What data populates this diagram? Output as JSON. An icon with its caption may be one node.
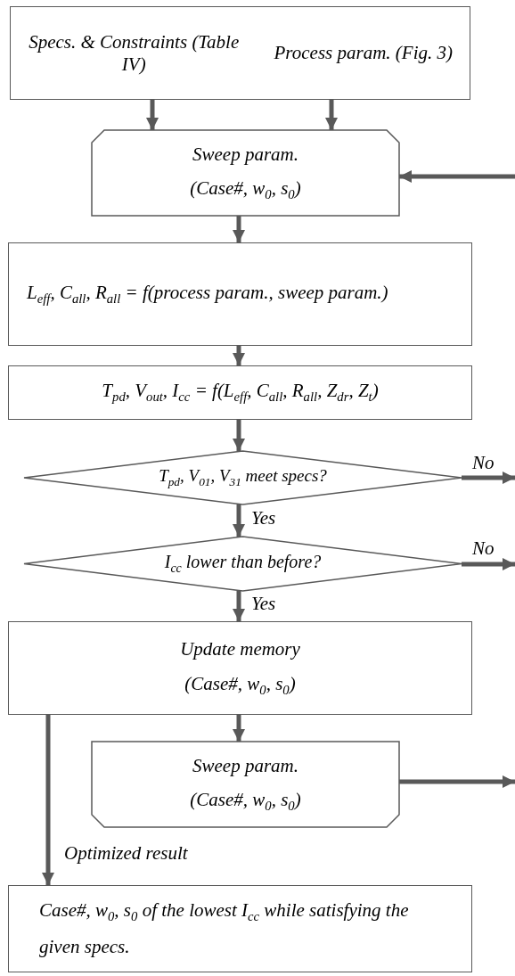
{
  "diagram": {
    "nodes": [
      {
        "text": [
          "Specs. & Constraints (Table IV)",
          "Process param. (Fig. 3)"
        ]
      },
      {
        "text": [
          "Sweep param.",
          "(Case#, w$_{0}$, s$_{0}$)"
        ]
      },
      {
        "text": [
          "L$_{eff}$, C$_{all}$, R$_{all}$ = f(process param., sweep param.)"
        ]
      },
      {
        "text": [
          "T$_{pd}$, V$_{out}$, I$_{cc}$ = f(L$_{eff}$, C$_{all}$, R$_{all}$, Z$_{dr}$, Z$_{t}$)"
        ]
      },
      {
        "text": [
          "T$_{pd}$, V$_{01}$, V$_{31}$ meet specs?"
        ]
      },
      {
        "text": [
          "I$_{cc}$ lower than before?"
        ]
      },
      {
        "text": [
          "Update memory",
          "(Case#, w$_{0}$, s$_{0}$)"
        ]
      },
      {
        "text": [
          "Sweep param.",
          "(Case#, w$_{0}$, s$_{0}$)"
        ]
      },
      {
        "text": [
          "Case#, w$_{0}$, s$_{0}$ of the lowest I$_{cc}$ while satisfying the given specs."
        ]
      }
    ],
    "edges": [
      {
        "from": 0,
        "to": 1,
        "arrow": "to"
      },
      {
        "from": 0,
        "to": 1,
        "arrow": "to"
      },
      {
        "from": null,
        "to": 1,
        "arrow": "to"
      },
      {
        "from": 1,
        "to": 2,
        "arrow": "to"
      },
      {
        "from": 2,
        "to": 3,
        "arrow": "to"
      },
      {
        "from": 3,
        "to": 4,
        "arrow": "to"
      },
      {
        "from": 4,
        "to": 5,
        "arrow": "to",
        "label": "Yes"
      },
      {
        "from": 4,
        "to": null,
        "arrow": "to",
        "label": "No"
      },
      {
        "from": 5,
        "to": 6,
        "arrow": "to",
        "label": "Yes"
      },
      {
        "from": 5,
        "to": null,
        "arrow": "to",
        "label": "No"
      },
      {
        "from": 6,
        "to": 7,
        "arrow": "to"
      },
      {
        "from": 7,
        "to": null,
        "arrow": "to"
      },
      {
        "from": 6,
        "to": 8,
        "arrow": "to",
        "label": "Optimized result"
      }
    ]
  }
}
